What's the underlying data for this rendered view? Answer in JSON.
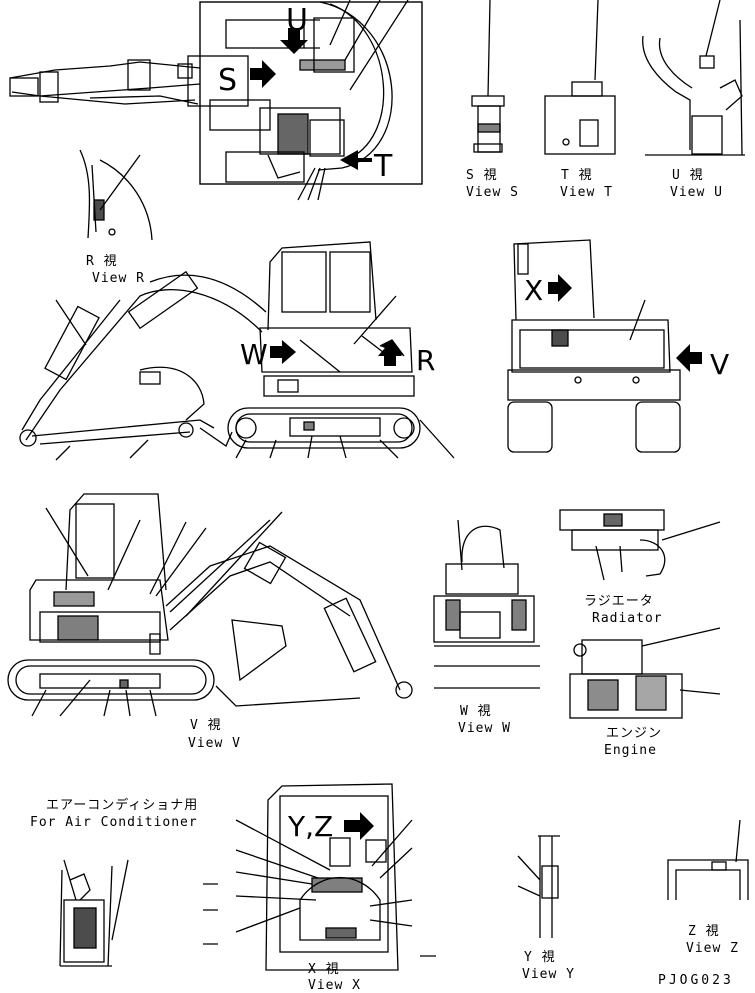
{
  "views": {
    "R": {
      "jp": "R 視",
      "en": "View R"
    },
    "S": {
      "jp": "S 視",
      "en": "View S"
    },
    "T": {
      "jp": "T 視",
      "en": "View T"
    },
    "U": {
      "jp": "U 視",
      "en": "View U"
    },
    "V": {
      "jp": "V 視",
      "en": "View V"
    },
    "W": {
      "jp": "W 視",
      "en": "View W"
    },
    "X": {
      "jp": "X 視",
      "en": "View X"
    },
    "Y": {
      "jp": "Y 視",
      "en": "View Y"
    },
    "Z": {
      "jp": "Z 視",
      "en": "View Z"
    }
  },
  "components": {
    "radiator": {
      "jp": "ラジエータ",
      "en": "Radiator"
    },
    "engine": {
      "jp": "エンジン",
      "en": "Engine"
    },
    "aircon": {
      "jp": "エアーコンディショナ用",
      "en": "For Air Conditioner"
    }
  },
  "view_letters": {
    "S": "S",
    "T": "T",
    "U": "U",
    "R": "R",
    "W": "W",
    "X": "X",
    "V": "V",
    "YZ": "Y,Z"
  },
  "drawing_code": "PJOG023"
}
